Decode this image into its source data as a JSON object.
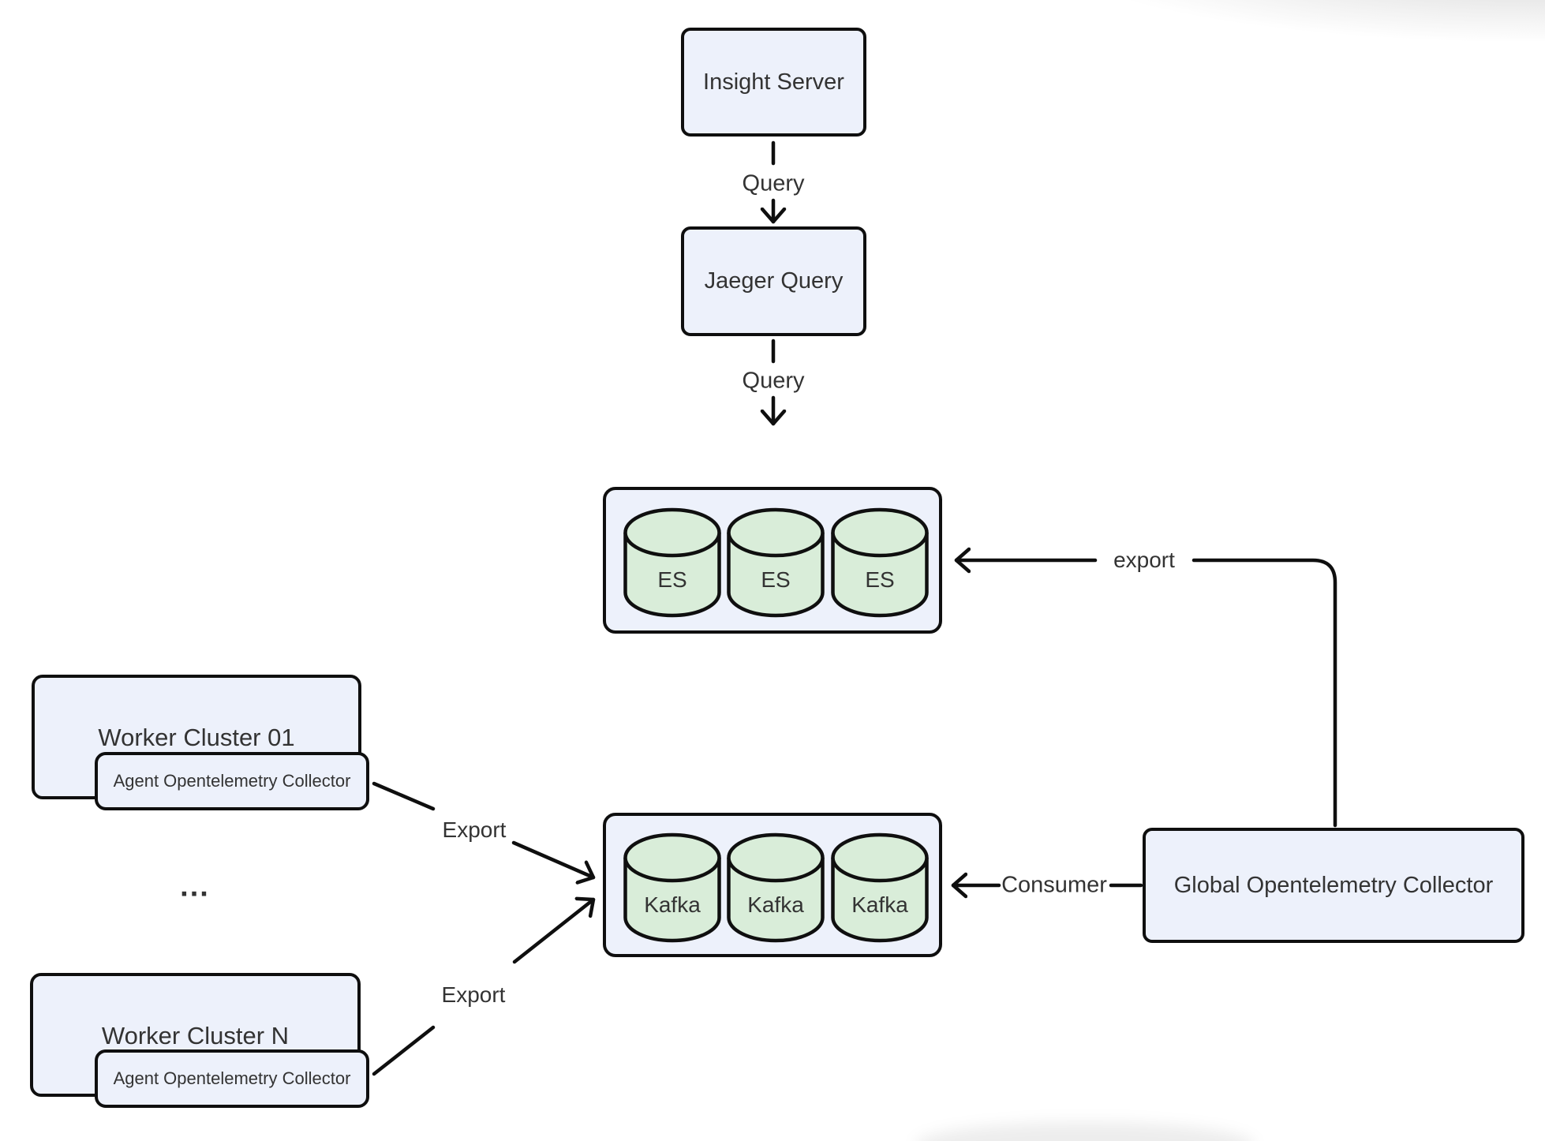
{
  "diagram": {
    "nodes": {
      "insight_server": "Insight Server",
      "jaeger_query": "Jaeger Query",
      "worker_cluster_01": "Worker Cluster 01",
      "worker_cluster_n": "Worker Cluster N",
      "agent_collector": "Agent Opentelemetry Collector",
      "global_collector": "Global Opentelemetry Collector"
    },
    "clusters": {
      "es": [
        "ES",
        "ES",
        "ES"
      ],
      "kafka": [
        "Kafka",
        "Kafka",
        "Kafka"
      ]
    },
    "edge_labels": {
      "query_top": "Query",
      "query_bottom": "Query",
      "export_to_es": "export",
      "consumer": "Consumer",
      "export_worker_01": "Export",
      "export_worker_n": "Export",
      "ellipsis": "..."
    },
    "colors": {
      "node_fill": "#edf1fb",
      "cylinder_fill": "#d9edd9",
      "border": "#0f0f0f",
      "text": "#333333"
    }
  }
}
